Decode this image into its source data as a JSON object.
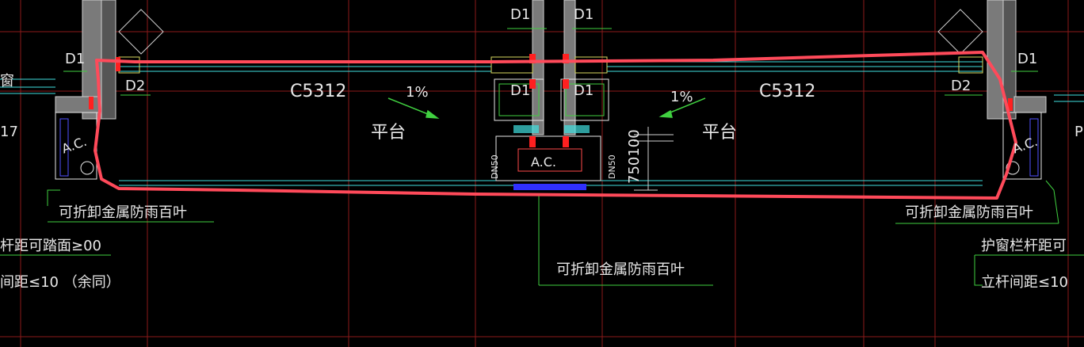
{
  "labels": {
    "window_left": "C5312",
    "window_right": "C5312",
    "platform_left": "平台",
    "platform_right": "平台",
    "slope_left": "1%",
    "slope_right": "1%",
    "door_d1": "D1",
    "door_d2": "D2",
    "ac_left": "A.C.",
    "ac_right": "A.C.",
    "ac_center": "A.C.",
    "dim_vertical": "750100",
    "pipe_left": "DN50",
    "pipe_right": "DN50",
    "louver_center": "可折卸金属防雨百叶",
    "louver_left": "可折卸金属防雨百叶",
    "louver_right": "可折卸金属防雨百叶",
    "note_left_1": "杆距可踏面≥00",
    "note_left_2": "间距≤10 （余同）",
    "note_right_1": "护窗栏杆距可",
    "note_right_2": "立杆间距≤10",
    "fragment_window": "窗",
    "fragment_17": "17",
    "fragment_p": "P"
  },
  "colors": {
    "background": "#000000",
    "grid_red": "#8b1a1a",
    "wall_fill": "#808080",
    "line_cyan": "#40e0e0",
    "line_green": "#40d040",
    "line_white": "#e8e8e8",
    "highlight_red": "#ff4a5a",
    "accent_red": "#ff2020",
    "accent_blue": "#3030ff"
  }
}
